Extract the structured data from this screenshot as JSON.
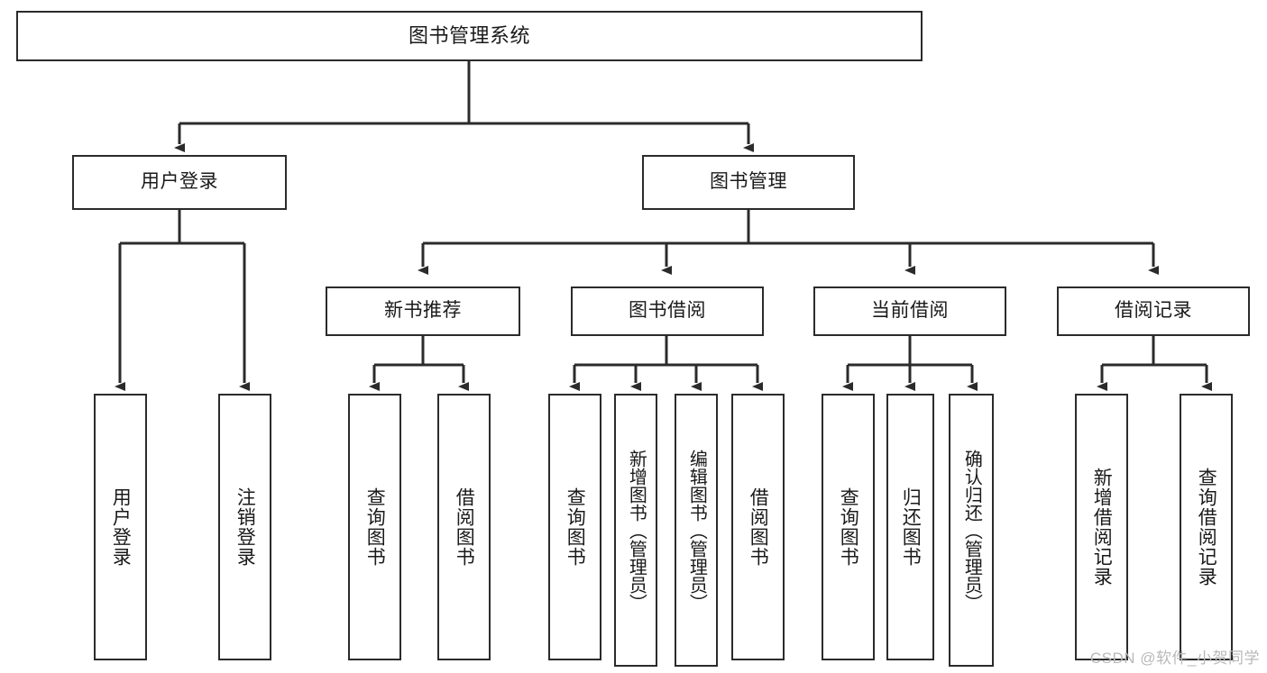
{
  "diagram": {
    "title": "图书管理系统",
    "type": "tree",
    "stroke_color": "#2b2b2b",
    "background_color": "#ffffff",
    "text_color": "#1a1a1a"
  },
  "nodes": {
    "root": {
      "label": "图书管理系统"
    },
    "tier1": [
      {
        "label": "用户登录"
      },
      {
        "label": "图书管理"
      }
    ],
    "tier2": [
      {
        "label": "新书推荐"
      },
      {
        "label": "图书借阅"
      },
      {
        "label": "当前借阅"
      },
      {
        "label": "借阅记录"
      }
    ],
    "leaves": {
      "user_login": [
        {
          "label": "用户登录"
        },
        {
          "label": "注销登录"
        }
      ],
      "new_book_recommend": [
        {
          "label": "查询图书"
        },
        {
          "label": "借阅图书"
        }
      ],
      "book_borrow": [
        {
          "label": "查询图书"
        },
        {
          "label": "新增图书（管理员）"
        },
        {
          "label": "编辑图书（管理员）"
        },
        {
          "label": "借阅图书"
        }
      ],
      "current_borrow": [
        {
          "label": "查询图书"
        },
        {
          "label": "归还图书"
        },
        {
          "label": "确认归还（管理员）"
        }
      ],
      "borrow_record": [
        {
          "label": "新增借阅记录"
        },
        {
          "label": "查询借阅记录"
        }
      ]
    }
  },
  "watermark": {
    "text": "CSDN @软件_小贺同学"
  }
}
